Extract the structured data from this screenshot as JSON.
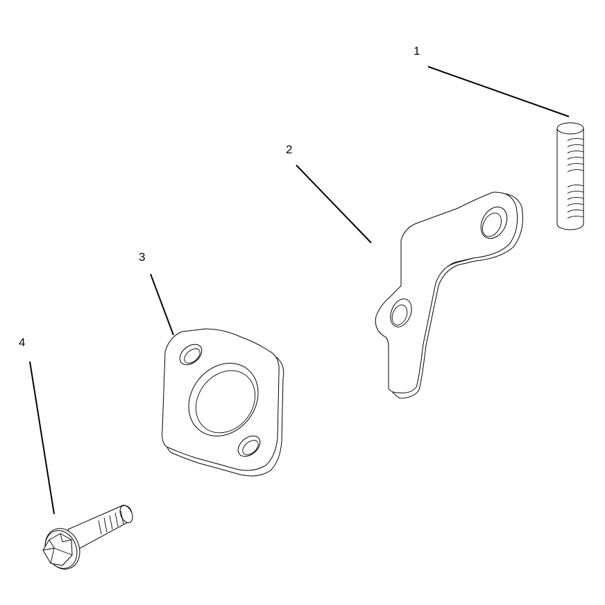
{
  "callouts": [
    {
      "id": "1",
      "label": "1"
    },
    {
      "id": "2",
      "label": "2"
    },
    {
      "id": "3",
      "label": "3"
    },
    {
      "id": "4",
      "label": "4"
    }
  ],
  "colors": {
    "background": "#ffffff",
    "line": "#000000"
  }
}
